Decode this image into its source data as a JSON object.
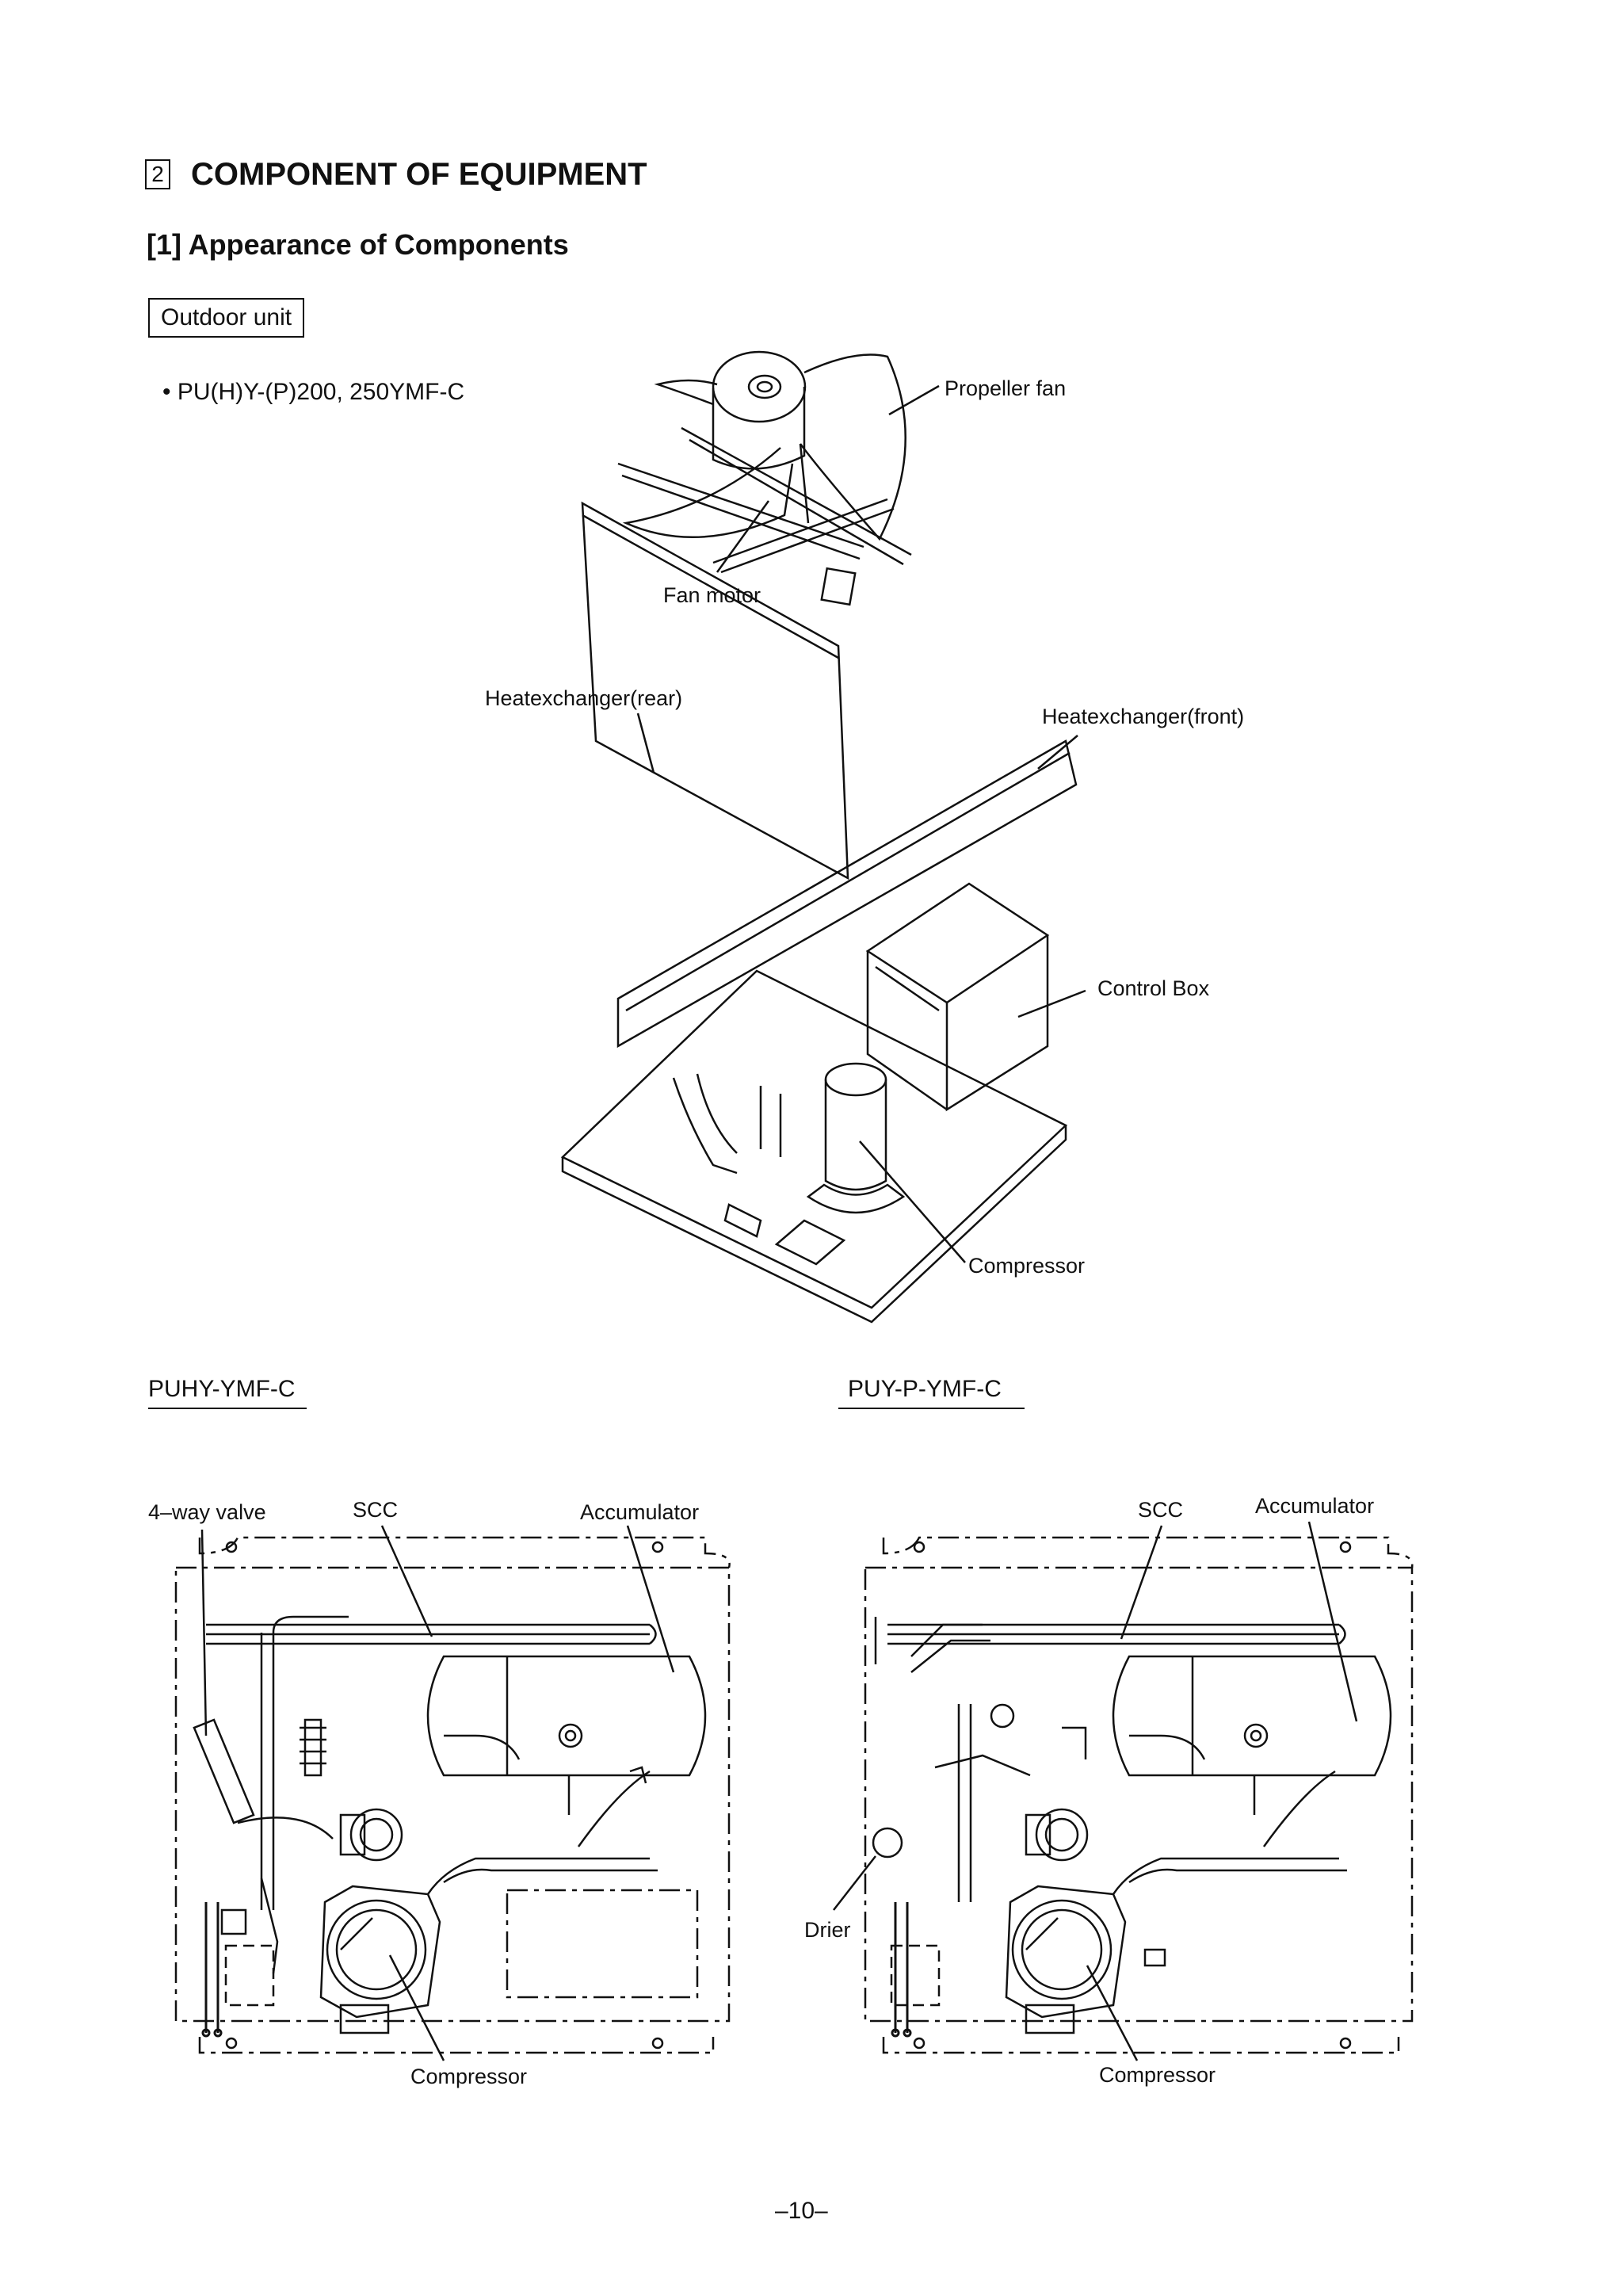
{
  "section": {
    "number": "2",
    "title": "COMPONENT OF EQUIPMENT"
  },
  "subsection": {
    "title": "[1]   Appearance of Components"
  },
  "unit_box": "Outdoor unit",
  "model_line": "• PU(H)Y-(P)200, 250YMF-C",
  "overview_labels": {
    "propeller_fan": "Propeller fan",
    "fan_motor": "Fan motor",
    "hex_rear": "Heatexchanger(rear)",
    "hex_front": "Heatexchanger(front)",
    "control_box": "Control Box",
    "compressor": "Compressor"
  },
  "left_view": {
    "title": "PUHY-YMF-C",
    "four_way_valve": "4–way valve",
    "scc": "SCC",
    "accumulator": "Accumulator",
    "compressor": "Compressor"
  },
  "right_view": {
    "title": "PUY-P-YMF-C",
    "scc": "SCC",
    "accumulator": "Accumulator",
    "drier": "Drier",
    "compressor": "Compressor"
  },
  "page_number": "–10–"
}
